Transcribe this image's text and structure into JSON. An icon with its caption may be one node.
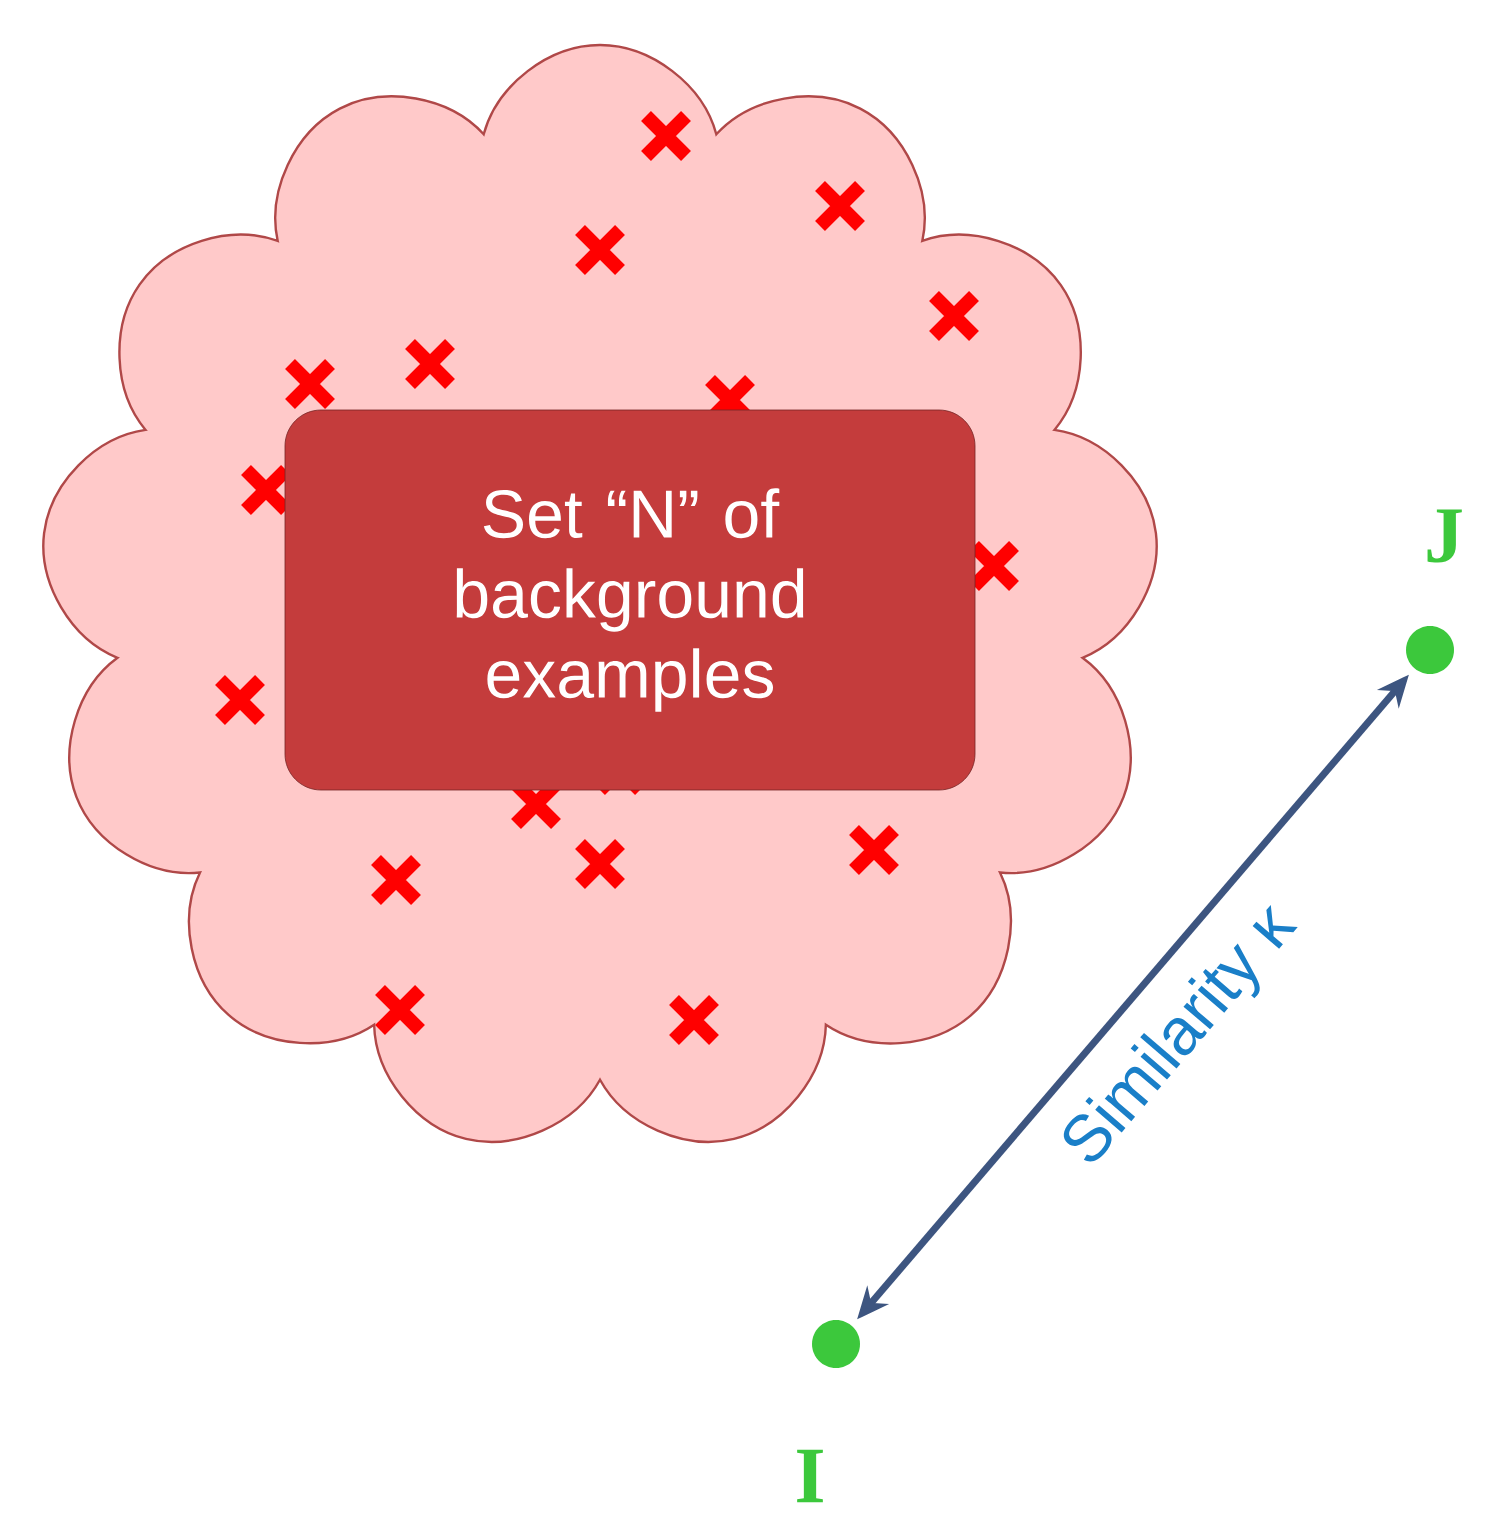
{
  "diagram": {
    "nodes": [
      {
        "text": [],
        "shape": "cloud"
      },
      {
        "text": [
          "Set “N” of background examples"
        ],
        "in": 0
      },
      {
        "text": [],
        "shape": "circle",
        "beside": [
          "J"
        ]
      },
      {
        "text": [],
        "shape": "circle",
        "beside": [
          "I"
        ]
      }
    ],
    "edges": [
      {
        "from": 3,
        "to": 2,
        "arrow": "both",
        "label": "Similarity κ"
      }
    ]
  }
}
